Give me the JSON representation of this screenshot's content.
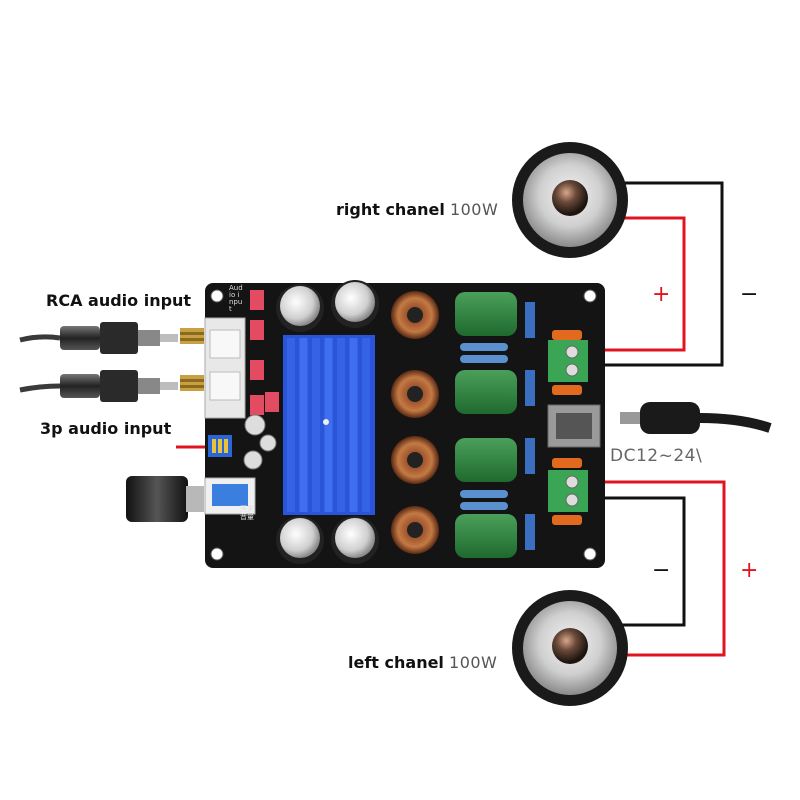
{
  "labels": {
    "right_channel": "right chanel",
    "right_power": "100W",
    "left_channel": "left chanel",
    "left_power": "100W",
    "rca_input": "RCA audio input",
    "p3_input": "3p audio input",
    "dc_input": "DC12~24\\"
  },
  "signs": {
    "right_plus": "+",
    "right_minus": "−",
    "left_plus": "+",
    "left_minus": "−"
  },
  "board_silkscreen": {
    "audio_input": "Audio input",
    "switch_volume": "开关 音量"
  },
  "colors": {
    "positive_wire": "#e0141e",
    "negative_wire": "#111111",
    "pcb": "#141414",
    "heatsink": "#2a55d8",
    "terminal": "#3aa655",
    "capacitor_film": "#2f8a3e",
    "cable": "#3a3a3a"
  }
}
